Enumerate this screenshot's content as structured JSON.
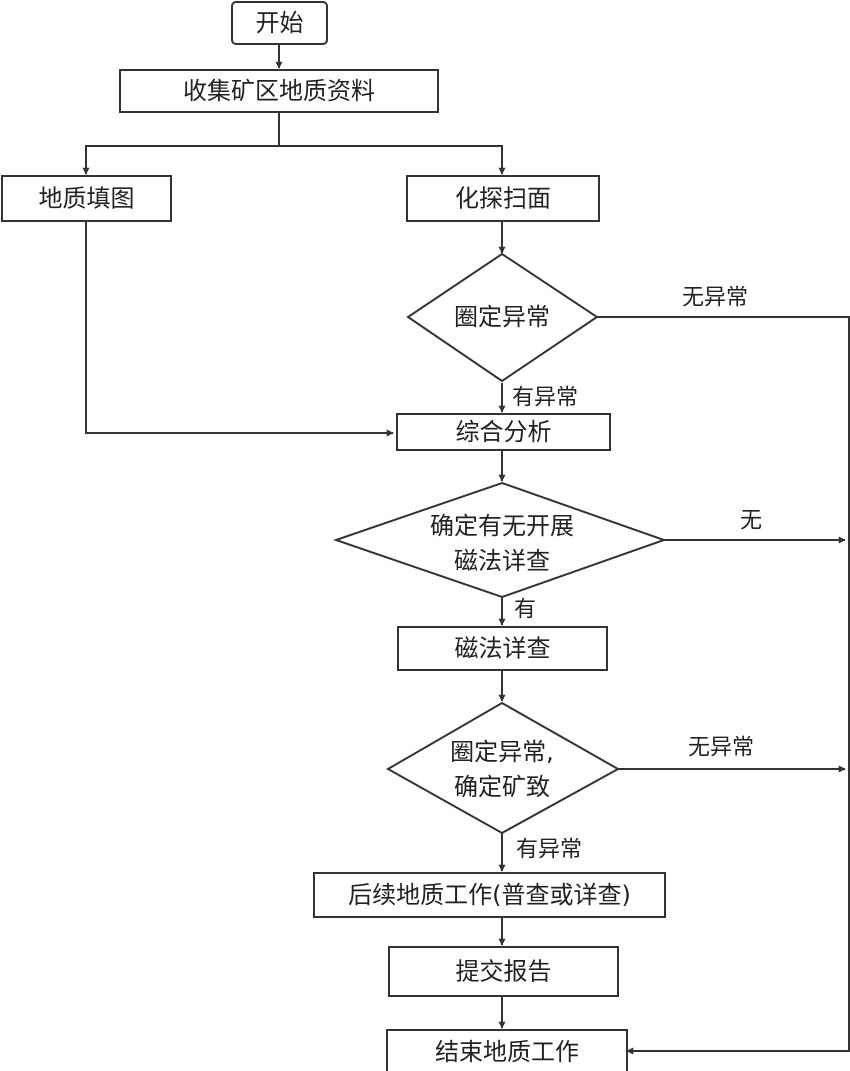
{
  "nodes": {
    "start": "开始",
    "collect": "收集矿区地质资料",
    "geomap": "地质填图",
    "scan": "化探扫面",
    "delineate1": "圈定异常",
    "analysis": "综合分析",
    "decide_line1": "确定有无开展",
    "decide_line2": "磁法详查",
    "magnetic": "磁法详查",
    "delineate2_line1": "圈定异常,",
    "delineate2_line2": "确定矿致",
    "followup": "后续地质工作(普查或详查)",
    "report": "提交报告",
    "end": "结束地质工作"
  },
  "edges": {
    "no_anomaly_1": "无异常",
    "has_anomaly_1": "有异常",
    "none": "无",
    "yes": "有",
    "no_anomaly_2": "无异常",
    "has_anomaly_2": "有异常"
  }
}
